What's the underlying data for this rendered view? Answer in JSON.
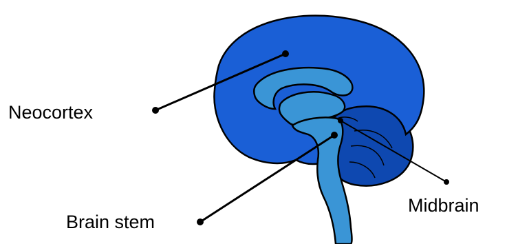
{
  "labels": {
    "neocortex": "Neocortex",
    "brain_stem": "Brain stem",
    "midbrain": "Midbrain"
  },
  "colors": {
    "neocortex_fill": "#1a5fd6",
    "cerebellum_fill": "#0e48b0",
    "inner_fill": "#3a95d6",
    "outline": "#000000",
    "leader_line": "#000000",
    "background": "#ffffff"
  }
}
